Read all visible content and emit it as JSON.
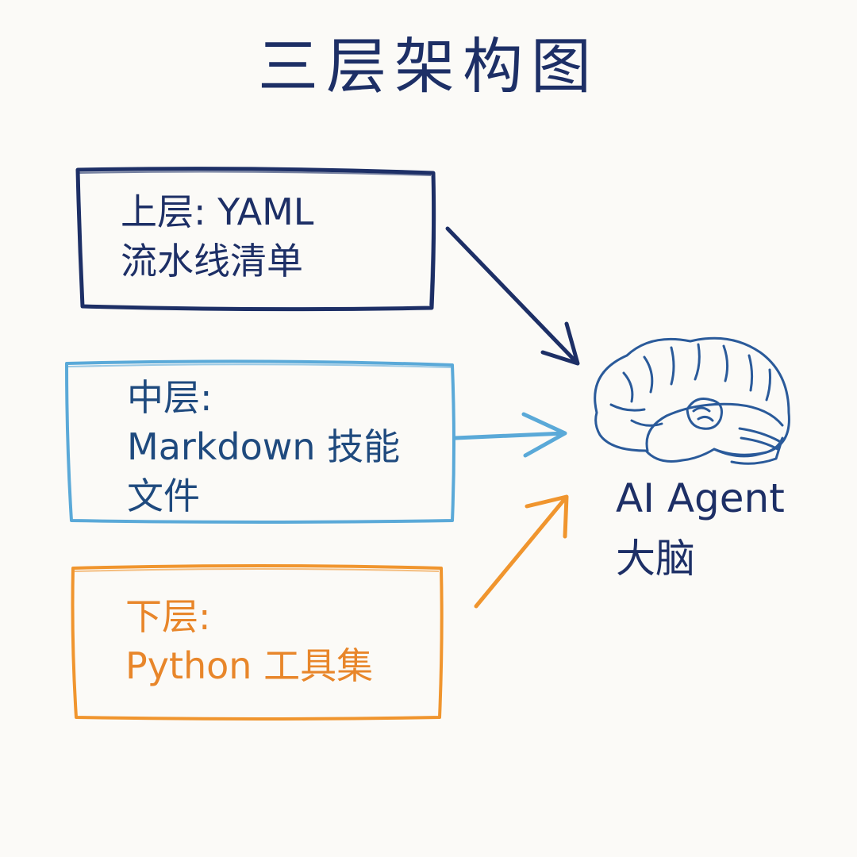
{
  "title": "三层架构图",
  "layers": [
    {
      "name": "top",
      "text": "上层: YAML\n流水线清单",
      "color": "#1d2f66"
    },
    {
      "name": "middle",
      "text": "中层:\nMarkdown 技能\n文件",
      "color": "#5aa9d8"
    },
    {
      "name": "bottom",
      "text": "下层:\nPython 工具集",
      "color": "#f0952e"
    }
  ],
  "target": {
    "label": "AI Agent\n大脑",
    "icon": "brain-icon",
    "color": "#2a5a9a"
  }
}
